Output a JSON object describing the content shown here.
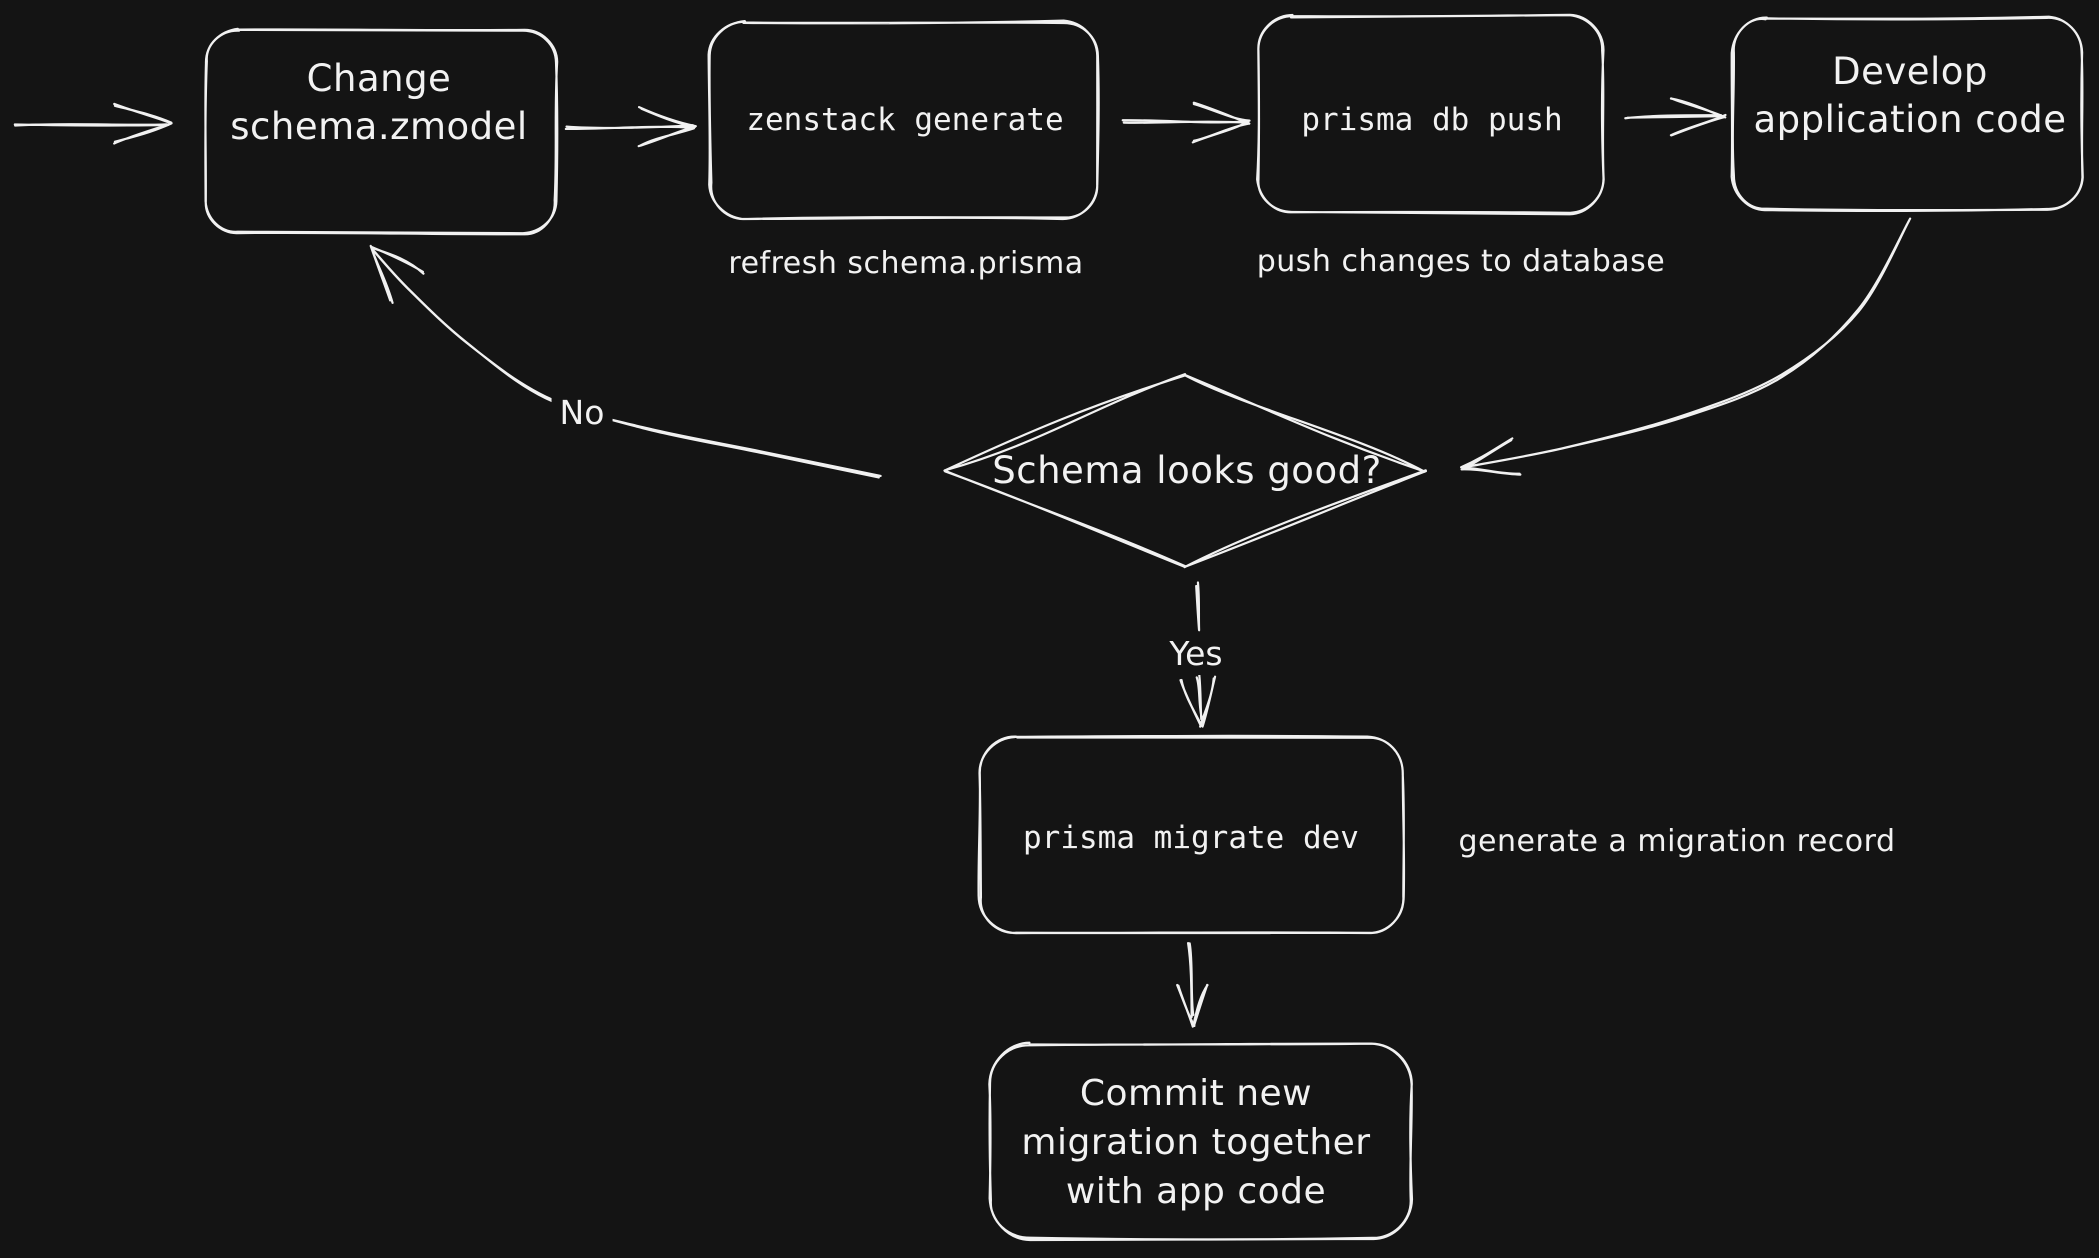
{
  "colors": {
    "background": "#141414",
    "ink": "#f1f1f1"
  },
  "nodes": {
    "change_schema": {
      "lines": [
        "Change",
        "schema.zmodel"
      ]
    },
    "zenstack_generate": {
      "lines": [
        "zenstack generate"
      ]
    },
    "prisma_db_push": {
      "lines": [
        "prisma db push"
      ]
    },
    "develop_app": {
      "lines": [
        "Develop",
        "application code"
      ]
    },
    "schema_looks_good": {
      "lines": [
        "Schema looks good?"
      ]
    },
    "prisma_migrate_dev": {
      "lines": [
        "prisma migrate dev"
      ]
    },
    "commit_migration": {
      "lines": [
        "Commit new",
        "migration together",
        "with app code"
      ]
    }
  },
  "edge_labels": {
    "no": "No",
    "yes": "Yes"
  },
  "annotations": {
    "refresh_schema": "refresh schema.prisma",
    "push_changes": "push changes to database",
    "generate_record": "generate a migration record"
  }
}
